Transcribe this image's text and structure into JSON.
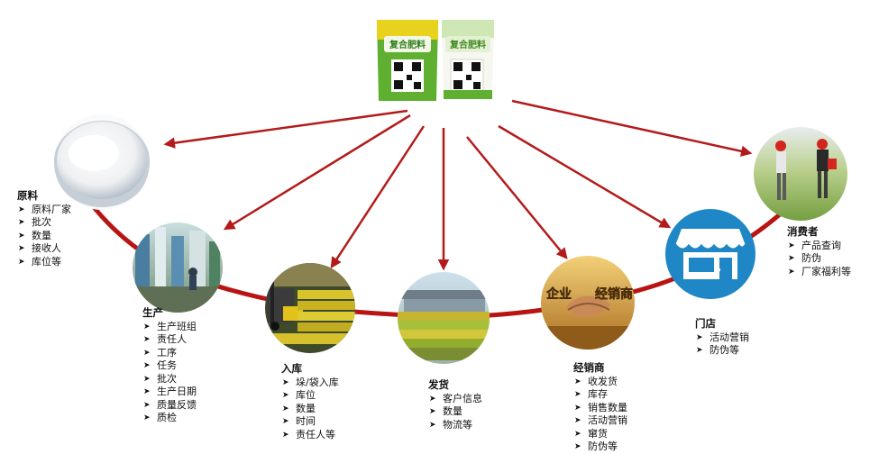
{
  "product": {
    "bag_brand": "复合肥料"
  },
  "stages": [
    {
      "id": "raw",
      "title": "原料",
      "items": [
        "原料厂家",
        "批次",
        "数量",
        "接收人",
        "库位等"
      ]
    },
    {
      "id": "production",
      "title": "生产",
      "items": [
        "生产班组",
        "责任人",
        "工序",
        "任务",
        "批次",
        "生产日期",
        "质量反馈",
        "质检"
      ]
    },
    {
      "id": "warehouse",
      "title": "入库",
      "items": [
        "垛/袋入库",
        "库位",
        "数量",
        "时间",
        "责任人等"
      ]
    },
    {
      "id": "shipping",
      "title": "发货",
      "items": [
        "客户信息",
        "数量",
        "物流等"
      ]
    },
    {
      "id": "dealer",
      "title": "经销商",
      "items": [
        "收发货",
        "库存",
        "销售数量",
        "活动营销",
        "窜货",
        "防伪等"
      ],
      "image_text_left": "企业",
      "image_text_right": "经销商"
    },
    {
      "id": "store",
      "title": "门店",
      "items": [
        "活动营销",
        "防伪等"
      ]
    },
    {
      "id": "consumer",
      "title": "消费者",
      "items": [
        "产品查询",
        "防伪",
        "厂家福利等"
      ]
    }
  ],
  "colors": {
    "flow_line": "#b81414",
    "arrow": "#b31b1b",
    "store_circle": "#1f87c6",
    "bag_green": "#5fb030",
    "bag_yellow": "#e8d21e"
  }
}
